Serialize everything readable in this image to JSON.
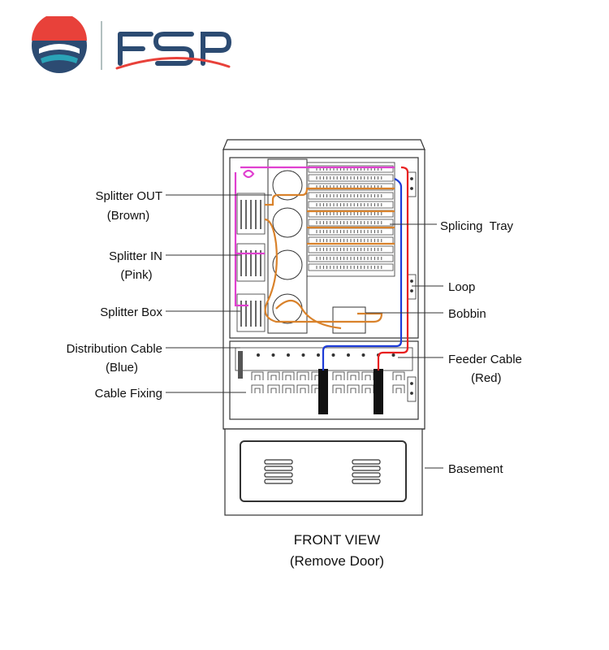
{
  "brand": {
    "logo_text": "FSP",
    "colors": {
      "red": "#e8413a",
      "navy": "#2c4b72",
      "teal": "#2aa3b7"
    }
  },
  "labels": {
    "splitter_out": [
      "Splitter OUT",
      "(Brown)"
    ],
    "splitter_in": [
      "Splitter IN",
      "(Pink)"
    ],
    "splitter_box": [
      "Splitter Box"
    ],
    "distribution_cable": [
      "Distribution Cable",
      "(Blue)"
    ],
    "cable_fixing": [
      "Cable Fixing"
    ],
    "splicing_tray": [
      "Splicing  Tray"
    ],
    "loop": [
      "Loop"
    ],
    "bobbin": [
      "Bobbin"
    ],
    "feeder_cable": [
      "Feeder Cable",
      "(Red)"
    ],
    "basement": [
      "Basement"
    ]
  },
  "caption": {
    "line1": "FRONT VIEW",
    "line2": "(Remove Door)"
  },
  "cable_colors": {
    "brown": "#d9822b",
    "pink": "#e040d0",
    "blue": "#1e3cd8",
    "red": "#e82020"
  }
}
